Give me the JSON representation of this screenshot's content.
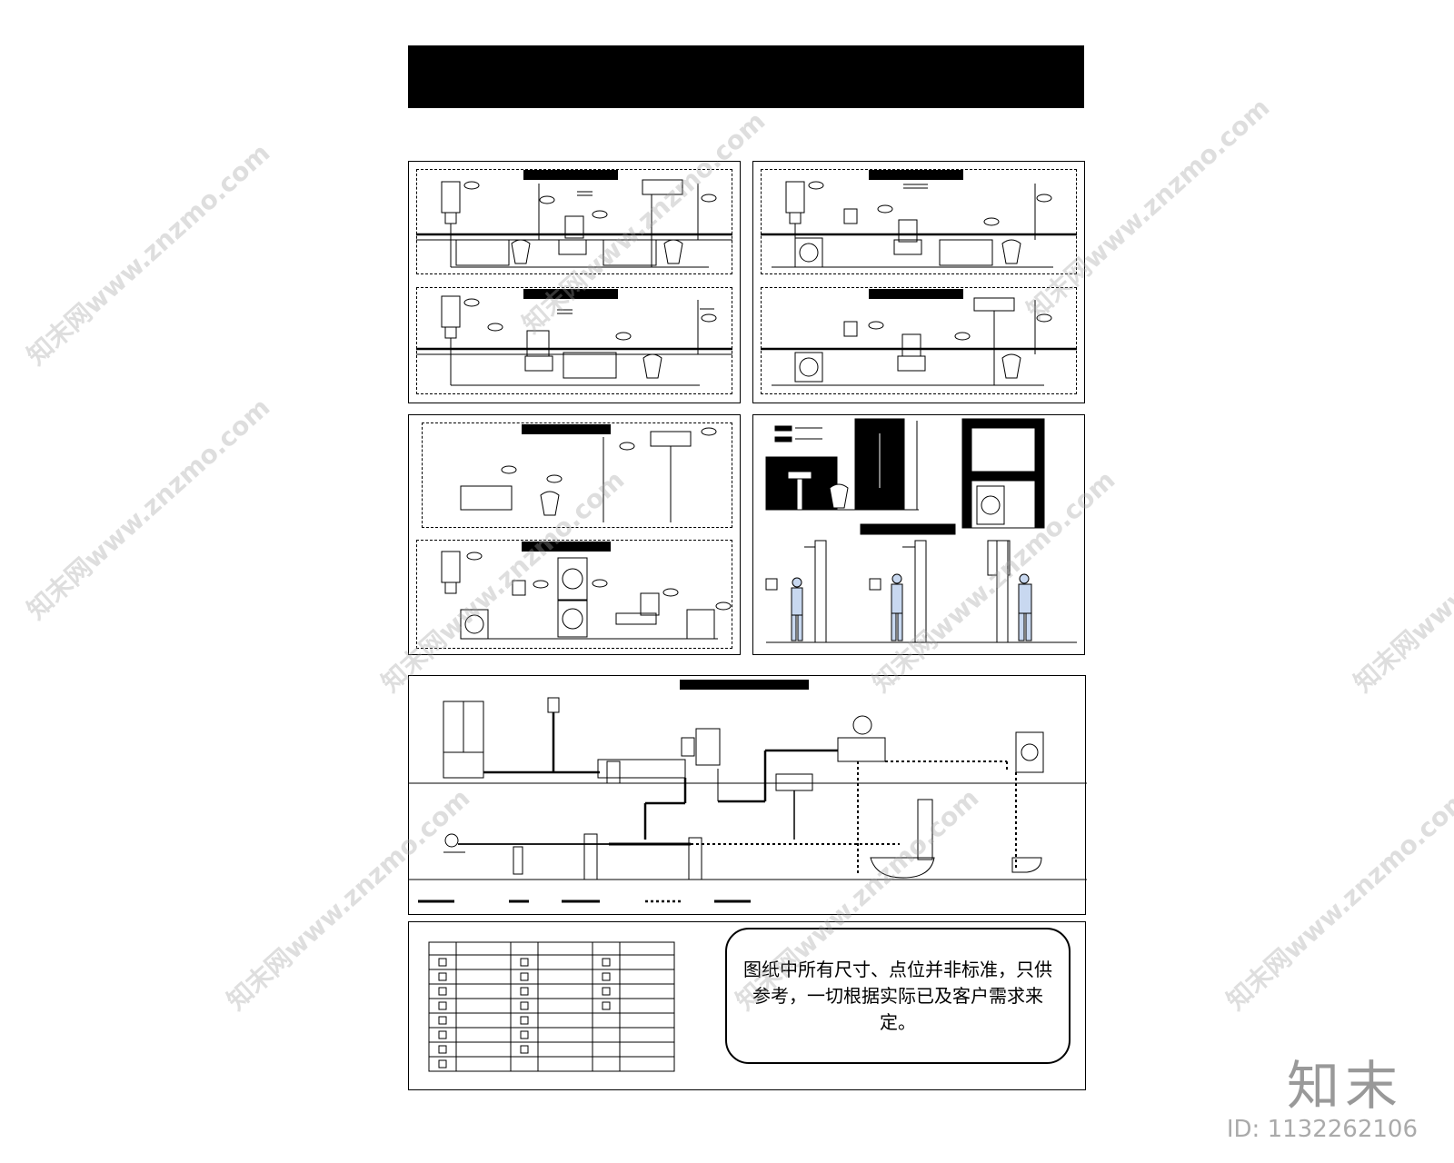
{
  "note": {
    "text": "图纸中所有尺寸、点位并非标准，只供参考，一切根据实际已及客户需求来定。"
  },
  "watermark": {
    "text": "知末网www.znzmo.com",
    "logo": "知末",
    "id": "ID: 1132262106"
  },
  "colors": {
    "ink": "#000000",
    "watermark": "#a0a0a0",
    "page": "#ffffff"
  }
}
